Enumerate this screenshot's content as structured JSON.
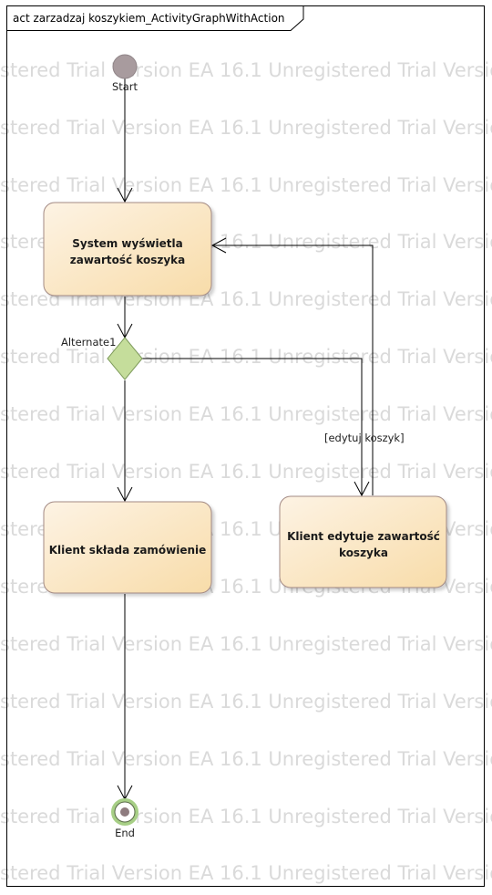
{
  "frame": {
    "title": "act zarzadzaj koszykiem_ActivityGraphWithAction"
  },
  "watermark": "stered Trial Version  EA 16.1 Unregistered Trial Version",
  "nodes": {
    "start": {
      "label": "Start"
    },
    "system_display": {
      "line1": "System wyświetla",
      "line2": "zawartość koszyka"
    },
    "decision": {
      "label": "Alternate1"
    },
    "client_order": {
      "label": "Klient składa zamówienie"
    },
    "client_edit": {
      "line1": "Klient edytuje zawartość",
      "line2": "koszyka"
    },
    "end": {
      "label": "End"
    }
  },
  "edges": {
    "guard_edit": "[edytuj koszyk]"
  },
  "colors": {
    "action_fill_light": "#fdf3e4",
    "action_fill_dark": "#f8dca9",
    "action_stroke": "#a38a84",
    "decision_fill": "#c5dd9b",
    "decision_stroke": "#7d9a5a",
    "start_fill": "#a89b9e",
    "end_ring": "#a7cf86"
  }
}
